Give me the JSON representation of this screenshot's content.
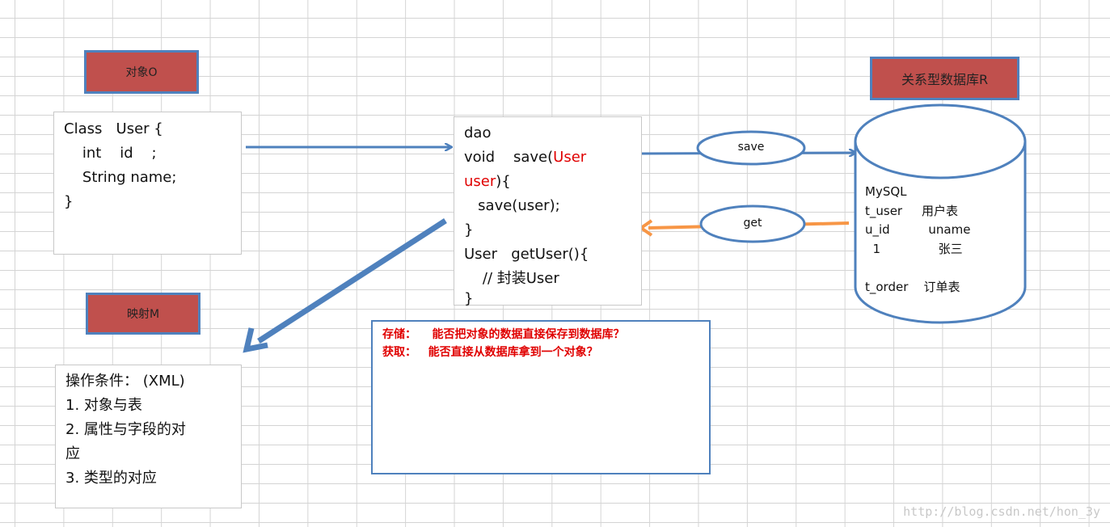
{
  "labels": {
    "object": "对象O",
    "mapping": "映射M",
    "database": "关系型数据库R"
  },
  "class_box": {
    "lines": [
      "Class   User {",
      "    int    id    ;",
      "    String name;",
      "}"
    ]
  },
  "dao_box": {
    "line1": "dao",
    "line2a": "void    save(",
    "line2b": "User",
    "line3a": "user",
    "line3b": "){",
    "line4": "   save(user);",
    "line5": "}",
    "line6": "User   getUser(){",
    "line7": "    // 封装User",
    "line8": "}"
  },
  "mapping_box": {
    "lines": [
      "操作条件： (XML)",
      "1. 对象与表",
      "2. 属性与字段的对",
      "应",
      "3. 类型的对应"
    ]
  },
  "arrows": {
    "save": "save",
    "get": "get"
  },
  "db": {
    "lines": [
      "MySQL",
      "t_user     用户表",
      "u_id          uname",
      "  1               张三",
      "",
      "t_order    订单表"
    ]
  },
  "questions": {
    "lines": [
      "存储：    能否把对象的数据直接保存到数据库？",
      "获取：   能否直接从数据库拿到一个对象？"
    ]
  },
  "watermark": "http://blog.csdn.net/hon_3y",
  "colors": {
    "label_fill": "#c0504d",
    "blue": "#4f81bd",
    "orange": "#f79646",
    "red": "#e00000"
  }
}
